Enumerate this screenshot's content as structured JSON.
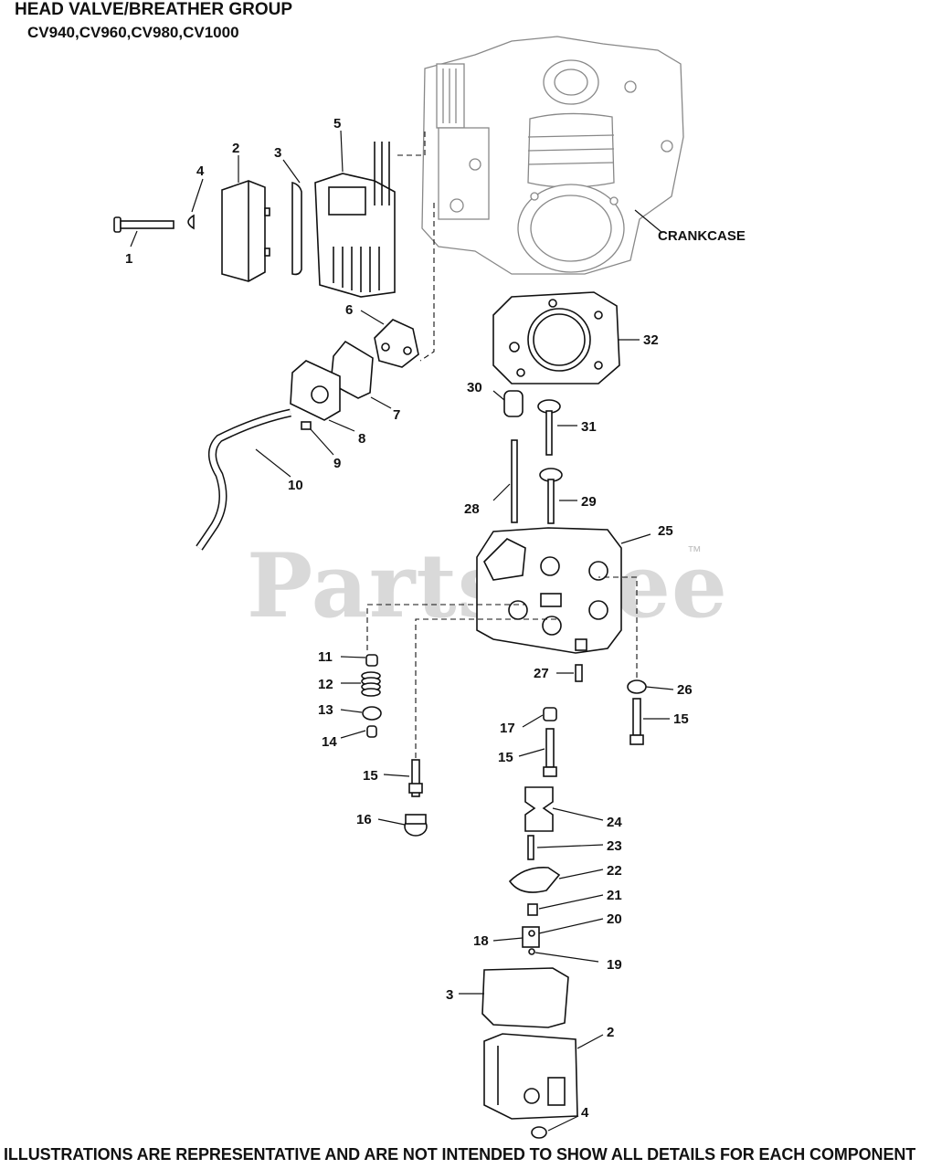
{
  "title": {
    "line1": "HEAD VALVE/BREATHER GROUP",
    "line2": "CV940,CV960,CV980,CV1000"
  },
  "footer": "ILLUSTRATIONS ARE REPRESENTATIVE AND ARE NOT INTENDED TO SHOW ALL DETAILS FOR EACH COMPONENT",
  "watermark": {
    "text": "PartsTree",
    "tm": "™"
  },
  "callouts": {
    "crankcase": "CRANKCASE",
    "p1": "1",
    "p2_top": "2",
    "p3_top": "3",
    "p4_top": "4",
    "p5": "5",
    "p6": "6",
    "p7": "7",
    "p8": "8",
    "p9": "9",
    "p10": "10",
    "p11": "11",
    "p12": "12",
    "p13": "13",
    "p14": "14",
    "p15_left": "15",
    "p15_mid": "15",
    "p15_right": "15",
    "p16": "16",
    "p17": "17",
    "p18": "18",
    "p19": "19",
    "p20": "20",
    "p21": "21",
    "p22": "22",
    "p23": "23",
    "p24": "24",
    "p25": "25",
    "p26": "26",
    "p27": "27",
    "p28": "28",
    "p29": "29",
    "p30": "30",
    "p31": "31",
    "p32": "32",
    "p3_bottom": "3",
    "p2_bottom": "2",
    "p4_bottom": "4"
  }
}
